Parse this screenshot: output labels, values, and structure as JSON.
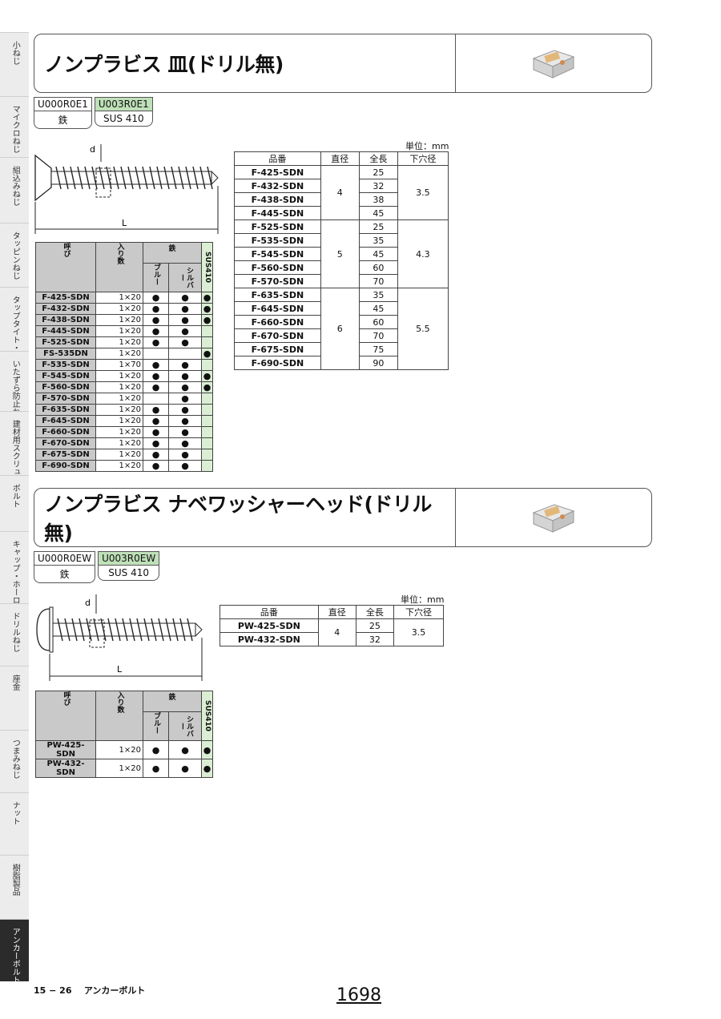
{
  "sidebar": [
    {
      "label": "小ねじ",
      "h": 80,
      "active": false
    },
    {
      "label": "マイクロねじ",
      "h": 76,
      "active": false
    },
    {
      "label": "組込みねじ",
      "h": 82,
      "active": false
    },
    {
      "label": "タッピンねじ",
      "h": 80,
      "active": false
    },
    {
      "label": "タップタイト・ハイテクねじ",
      "h": 80,
      "active": false
    },
    {
      "label": "いたずら防止ねじ",
      "h": 75,
      "active": false
    },
    {
      "label": "建材用スクリュー",
      "h": 80,
      "active": false
    },
    {
      "label": "ボルト",
      "h": 70,
      "active": false
    },
    {
      "label": "キャップ・ホーロー",
      "h": 90,
      "active": false
    },
    {
      "label": "ドリルねじ",
      "h": 78,
      "active": false
    },
    {
      "label": "座金",
      "h": 80,
      "active": false
    },
    {
      "label": "つまみねじ",
      "h": 78,
      "active": false
    },
    {
      "label": "ナット",
      "h": 78,
      "active": false
    },
    {
      "label": "樹脂製品",
      "h": 80,
      "active": false
    },
    {
      "label": "アンカーボルト",
      "h": 78,
      "active": true
    }
  ],
  "section1": {
    "title": "ノンプラビス 皿(ドリル無)",
    "code1": "U000R0E1",
    "mat1": "鉄",
    "code2": "U003R0E1",
    "mat2": "SUS 410",
    "dim_d": "d",
    "dim_l": "L",
    "unit": "単位：mm",
    "headers": [
      "品番",
      "直径",
      "全長",
      "下穴径"
    ],
    "groups": [
      {
        "diameter": "4",
        "hole": "3.5",
        "rows": [
          [
            "F-425-SDN",
            "25"
          ],
          [
            "F-432-SDN",
            "32"
          ],
          [
            "F-438-SDN",
            "38"
          ],
          [
            "F-445-SDN",
            "45"
          ]
        ]
      },
      {
        "diameter": "5",
        "hole": "4.3",
        "rows": [
          [
            "F-525-SDN",
            "25"
          ],
          [
            "F-535-SDN",
            "35"
          ],
          [
            "F-545-SDN",
            "45"
          ],
          [
            "F-560-SDN",
            "60"
          ],
          [
            "F-570-SDN",
            "70"
          ]
        ]
      },
      {
        "diameter": "6",
        "hole": "5.5",
        "rows": [
          [
            "F-635-SDN",
            "35"
          ],
          [
            "F-645-SDN",
            "45"
          ],
          [
            "F-660-SDN",
            "60"
          ],
          [
            "F-670-SDN",
            "70"
          ],
          [
            "F-675-SDN",
            "75"
          ],
          [
            "F-690-SDN",
            "90"
          ]
        ]
      }
    ],
    "avail_headers": {
      "name": "呼び",
      "qty": "入り数",
      "iron": "鉄",
      "blue": "ブルー",
      "silver": "シルバー",
      "sus": "SUS410"
    },
    "avail_rows": [
      [
        "F-425-SDN",
        "1×20",
        "●",
        "●",
        "●"
      ],
      [
        "F-432-SDN",
        "1×20",
        "●",
        "●",
        "●"
      ],
      [
        "F-438-SDN",
        "1×20",
        "●",
        "●",
        "●"
      ],
      [
        "F-445-SDN",
        "1×20",
        "●",
        "●",
        ""
      ],
      [
        "F-525-SDN",
        "1×20",
        "●",
        "●",
        ""
      ],
      [
        "FS-535DN",
        "1×20",
        "",
        "",
        "●"
      ],
      [
        "F-535-SDN",
        "1×70",
        "●",
        "●",
        ""
      ],
      [
        "F-545-SDN",
        "1×20",
        "●",
        "●",
        "●"
      ],
      [
        "F-560-SDN",
        "1×20",
        "●",
        "●",
        "●"
      ],
      [
        "F-570-SDN",
        "1×20",
        "",
        "●",
        ""
      ],
      [
        "F-635-SDN",
        "1×20",
        "●",
        "●",
        ""
      ],
      [
        "F-645-SDN",
        "1×20",
        "●",
        "●",
        ""
      ],
      [
        "F-660-SDN",
        "1×20",
        "●",
        "●",
        ""
      ],
      [
        "F-670-SDN",
        "1×20",
        "●",
        "●",
        ""
      ],
      [
        "F-675-SDN",
        "1×20",
        "●",
        "●",
        ""
      ],
      [
        "F-690-SDN",
        "1×20",
        "●",
        "●",
        ""
      ]
    ]
  },
  "section2": {
    "title": "ノンプラビス ナベワッシャーヘッド(ドリル無)",
    "code1": "U000R0EW",
    "mat1": "鉄",
    "code2": "U003R0EW",
    "mat2": "SUS 410",
    "dim_d": "d",
    "dim_l": "L",
    "unit": "単位：mm",
    "headers": [
      "品番",
      "直径",
      "全長",
      "下穴径"
    ],
    "groups": [
      {
        "diameter": "4",
        "hole": "3.5",
        "rows": [
          [
            "PW-425-SDN",
            "25"
          ],
          [
            "PW-432-SDN",
            "32"
          ]
        ]
      }
    ],
    "avail_headers": {
      "name": "呼び",
      "qty": "入り数",
      "iron": "鉄",
      "blue": "ブルー",
      "silver": "シルバー",
      "sus": "SUS410"
    },
    "avail_rows": [
      [
        "PW-425-SDN",
        "1×20",
        "●",
        "●",
        "●"
      ],
      [
        "PW-432-SDN",
        "1×20",
        "●",
        "●",
        "●"
      ]
    ]
  },
  "footer": {
    "section": "15 − 26",
    "category": "アンカーボルト",
    "page": "1698"
  }
}
